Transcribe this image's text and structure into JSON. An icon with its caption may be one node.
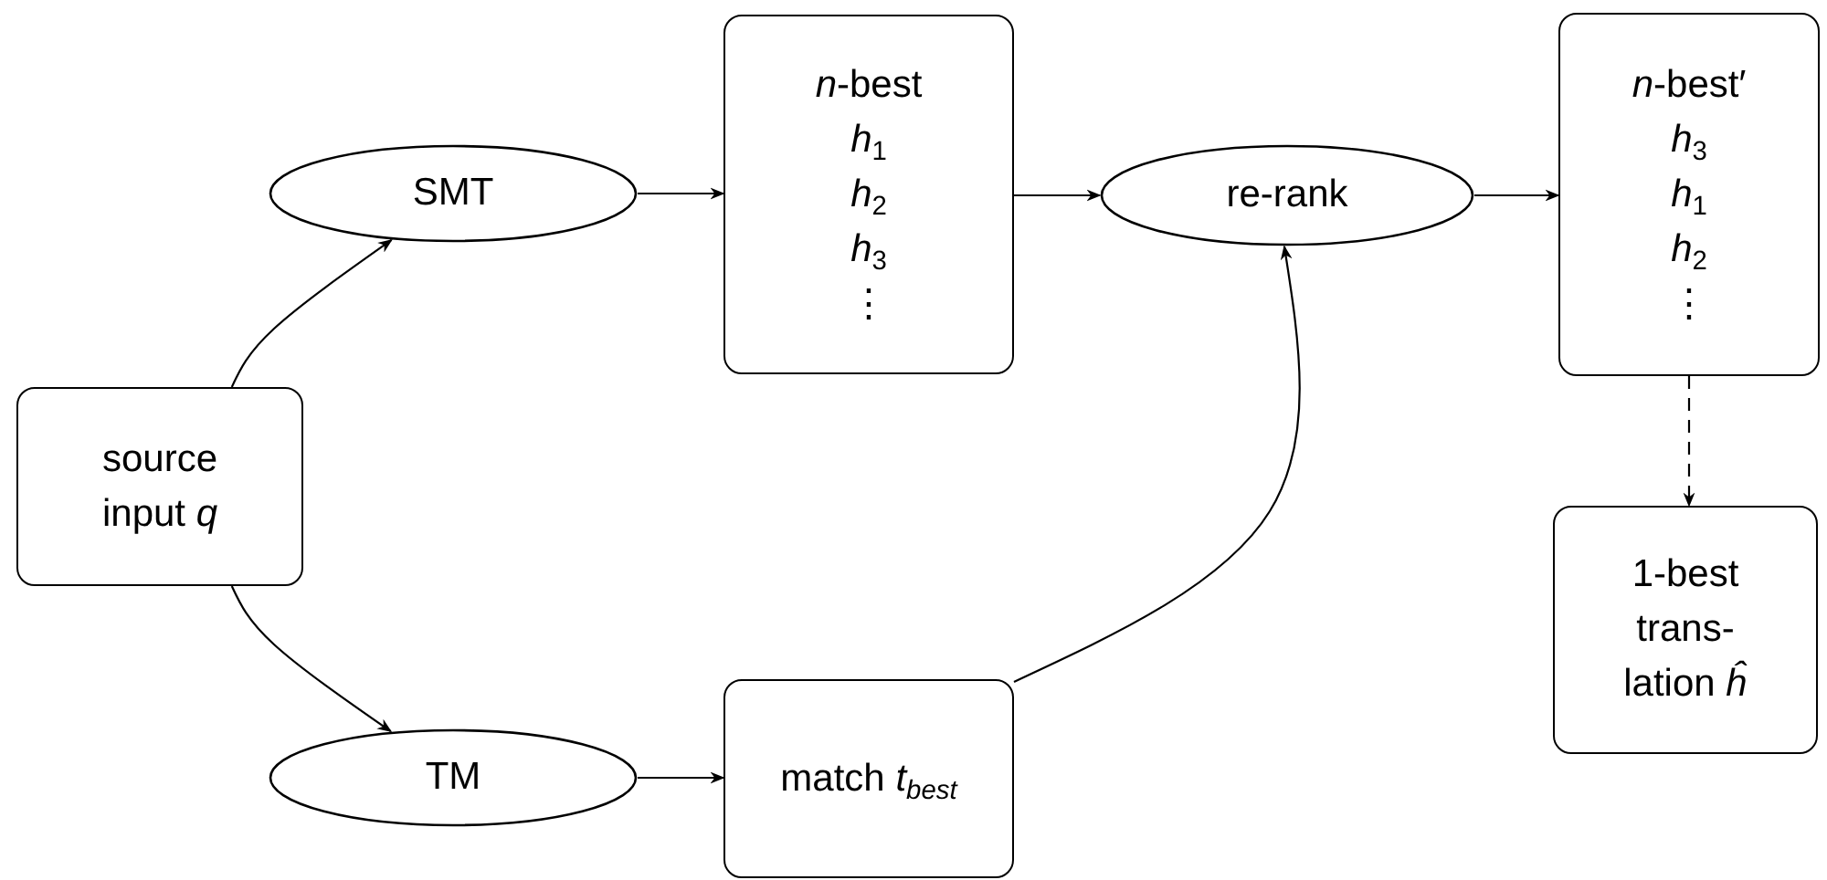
{
  "diagram": {
    "nodes": [
      {
        "text": [
          "source input *q*"
        ]
      },
      {
        "text": [
          "SMT"
        ]
      },
      {
        "text": [
          "TM"
        ]
      },
      {
        "text": [
          "*n*-best",
          "*h*$_{1}$",
          "*h*$_{2}$",
          "*h*$_{3}$",
          "⋮"
        ]
      },
      {
        "text": [
          "match *t$_{best}$*"
        ]
      },
      {
        "text": [
          "re-rank"
        ]
      },
      {
        "text": [
          "*n*-best′",
          "*h*$_{3}$",
          "*h*$_{1}$",
          "*h*$_{2}$",
          "⋮"
        ]
      },
      {
        "text": [
          "1-best trans- lation *ĥ*"
        ]
      }
    ],
    "edges": [
      {
        "from": 0,
        "to": 1,
        "arrow": "to"
      },
      {
        "from": 0,
        "to": 2,
        "arrow": "to"
      },
      {
        "from": 1,
        "to": 3,
        "arrow": "to"
      },
      {
        "from": 2,
        "to": 4,
        "arrow": "to"
      },
      {
        "from": 3,
        "to": 5,
        "arrow": "to"
      },
      {
        "from": 4,
        "to": 5,
        "arrow": "to"
      },
      {
        "from": 5,
        "to": 6,
        "arrow": "to"
      },
      {
        "from": 6,
        "to": 7,
        "arrow": "to",
        "style": "dashed"
      }
    ]
  }
}
